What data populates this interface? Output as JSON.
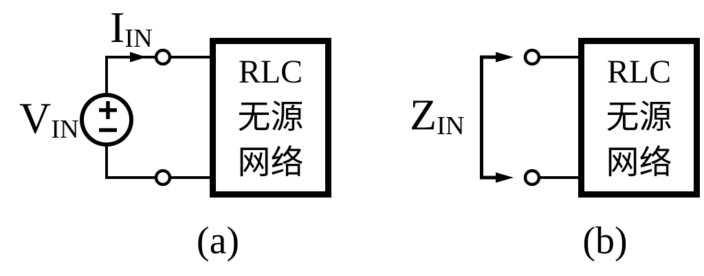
{
  "colors": {
    "ink": "#000000",
    "background": "#ffffff"
  },
  "icons": {
    "voltage_source": "circle-with-plus-minus",
    "terminal": "open-circle-node",
    "current_arrow": "filled-right-arrowhead",
    "impedance_arrows": "bracket-with-two-right-arrowheads"
  },
  "figure_a": {
    "caption": "(a)",
    "voltage_label": {
      "main": "V",
      "sub": "IN"
    },
    "current_label": {
      "main": "I",
      "sub": "IN"
    },
    "network_box": {
      "line1": "RLC",
      "line2": "无源",
      "line3": "网络"
    }
  },
  "figure_b": {
    "caption": "(b)",
    "impedance_label": {
      "main": "Z",
      "sub": "IN"
    },
    "network_box": {
      "line1": "RLC",
      "line2": "无源",
      "line3": "网络"
    }
  }
}
